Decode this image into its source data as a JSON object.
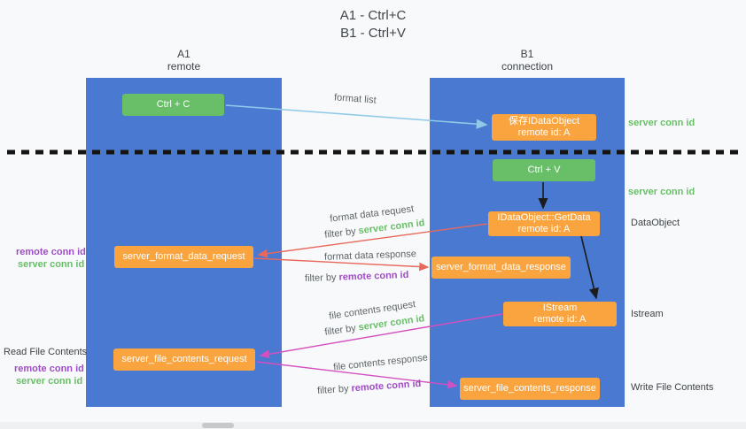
{
  "title": {
    "line1": "A1 - Ctrl+C",
    "line2": "B1 - Ctrl+V"
  },
  "lanes": {
    "left": {
      "title": "A1",
      "subtitle": "remote"
    },
    "right": {
      "title": "B1",
      "subtitle": "connection"
    }
  },
  "nodes": {
    "ctrl_c": {
      "label": "Ctrl + C"
    },
    "save_idataobject": {
      "line1": "保存IDataObject",
      "line2": "remote id: A"
    },
    "ctrl_v": {
      "label": "Ctrl + V"
    },
    "getdata": {
      "line1": "IDataObject::GetData",
      "line2": "remote id: A"
    },
    "istream": {
      "line1": "IStream",
      "line2": "remote id: A"
    },
    "server_format_data_request": {
      "label": "server_format_data_request"
    },
    "server_format_data_response": {
      "label": "server_format_data_response"
    },
    "server_file_contents_request": {
      "label": "server_file_contents_request"
    },
    "server_file_contents_response": {
      "label": "server_file_contents_response"
    }
  },
  "arrow_labels": {
    "format_list": "format list",
    "format_data_request": "format data request",
    "format_data_response": "format data response",
    "file_contents_request": "file contents request",
    "file_contents_response": "file contents response",
    "filter_by": "filter by",
    "server_conn_id": "server conn id",
    "remote_conn_id": "remote conn id"
  },
  "side_labels": {
    "server_conn_id_top_right": "server conn id",
    "server_conn_id_mid_right": "server conn id",
    "dataobject": "DataObject",
    "istream": "Istream",
    "remote_conn_id_left_1": "remote conn id",
    "server_conn_id_left_1": "server conn id",
    "read_file_contents": "Read File Contents",
    "remote_conn_id_left_2": "remote conn id",
    "server_conn_id_left_2": "server conn id",
    "write_file_contents": "Write File Contents"
  },
  "colors": {
    "lane_blue": "#4a79d2",
    "box_green": "#68bf67",
    "box_orange": "#f9a43f",
    "arrow_blue": "#8fcbe8",
    "arrow_red": "#e8685c",
    "arrow_pink": "#d44fc0",
    "text_green": "#68bf67",
    "text_purple": "#a04cc8"
  }
}
